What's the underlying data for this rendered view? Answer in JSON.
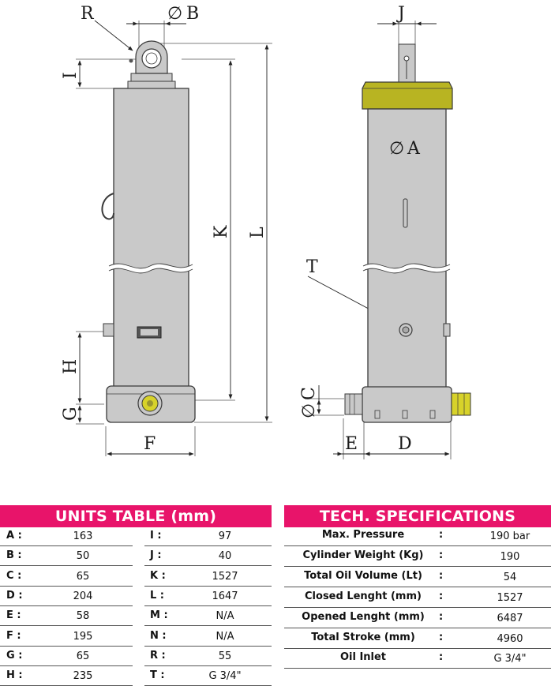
{
  "drawing_labels": {
    "R": "R",
    "B": "B",
    "I": "I",
    "K": "K",
    "L": "L",
    "H": "H",
    "G": "G",
    "F": "F",
    "J": "J",
    "A": "A",
    "T": "T",
    "C": "C",
    "E": "E",
    "D": "D",
    "diameter_symbol": "∅"
  },
  "colors": {
    "body": "#c9c9c9",
    "body_stroke": "#3a3a3a",
    "cap": "#b8b422",
    "inlet": "#d7d22a",
    "header": "#e8146a"
  },
  "units_table": {
    "title": "UNITS TABLE (mm)",
    "rows": [
      {
        "k1": "A :",
        "v1": "163",
        "k2": "I :",
        "v2": "97"
      },
      {
        "k1": "B :",
        "v1": "50",
        "k2": "J :",
        "v2": "40"
      },
      {
        "k1": "C :",
        "v1": "65",
        "k2": "K :",
        "v2": "1527"
      },
      {
        "k1": "D :",
        "v1": "204",
        "k2": "L :",
        "v2": "1647"
      },
      {
        "k1": "E :",
        "v1": "58",
        "k2": "M :",
        "v2": "N/A"
      },
      {
        "k1": "F :",
        "v1": "195",
        "k2": "N :",
        "v2": "N/A"
      },
      {
        "k1": "G :",
        "v1": "65",
        "k2": "R :",
        "v2": "55"
      },
      {
        "k1": "H :",
        "v1": "235",
        "k2": "T :",
        "v2": "G 3/4\""
      }
    ]
  },
  "tech_specs": {
    "title": "TECH. SPECIFICATIONS",
    "rows": [
      {
        "label": "Max. Pressure",
        "colon": ":",
        "value": "190 bar"
      },
      {
        "label": "Cylinder Weight (Kg)",
        "colon": ":",
        "value": "190"
      },
      {
        "label": "Total Oil Volume (Lt)",
        "colon": ":",
        "value": "54"
      },
      {
        "label": "Closed Lenght (mm)",
        "colon": ":",
        "value": "1527"
      },
      {
        "label": "Opened Lenght (mm)",
        "colon": ":",
        "value": "6487"
      },
      {
        "label": "Total Stroke (mm)",
        "colon": ":",
        "value": "4960"
      },
      {
        "label": "Oil Inlet",
        "colon": ":",
        "value": "G 3/4\""
      }
    ]
  }
}
